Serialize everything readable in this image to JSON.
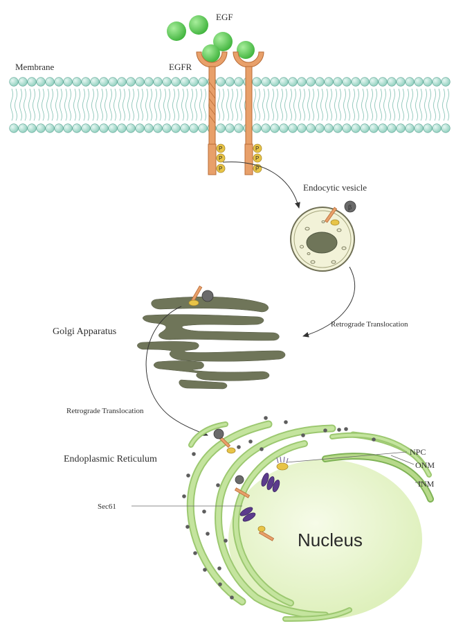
{
  "labels": {
    "egf": "EGF",
    "egfr": "EGFR",
    "membrane": "Membrane",
    "endocytic_vesicle": "Endocytic vesicle",
    "golgi": "Golgi Apparatus",
    "retro_right": "Retrograde Translocation",
    "retro_left": "Retrograde Translocation",
    "er": "Endoplasmic Reticulum",
    "npc": "NPC",
    "onm": "ONM",
    "inm": "INM",
    "sec61": "Sec61",
    "nucleus": "Nucleus",
    "phospho": "P",
    "beta": "β"
  },
  "colors": {
    "bead_fill": "#bfe6dc",
    "bead_stroke": "#5aa392",
    "tail": "#7fbfb0",
    "egf": "#5fcf5c",
    "receptor": "#e8a06a",
    "receptor_stroke": "#b86b36",
    "phospho": "#e8c447",
    "golgi": "#6f7559",
    "vesicle": "#f2f2d8",
    "er": "#b7d98a",
    "er_stroke": "#6fa348",
    "nucleus": "#eef6d9",
    "sec61": "#5b3b8c",
    "dot": "#5d5d5d"
  }
}
